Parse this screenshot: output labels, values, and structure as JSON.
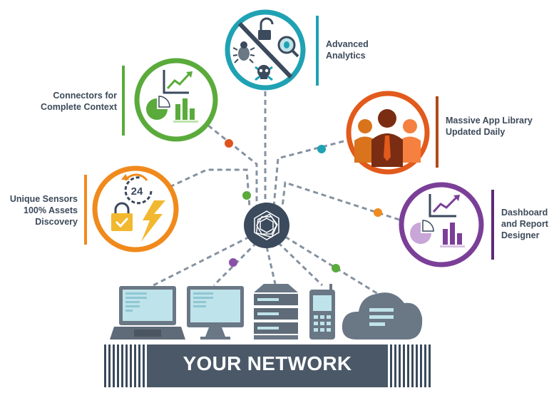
{
  "features": {
    "advanced_analytics": {
      "line1": "Advanced",
      "line2": "Analytics",
      "color": "#1fa2b3"
    },
    "connectors": {
      "line1": "Connectors for",
      "line2": "Complete Context",
      "color": "#5aab3b"
    },
    "app_library": {
      "line1": "Massive App Library",
      "line2": "Updated Daily",
      "color": "#e25a1c"
    },
    "sensors": {
      "line1": "Unique Sensors",
      "line2": "100% Assets",
      "line3": "Discovery",
      "color": "#f08a1c"
    },
    "dashboard": {
      "line1": "Dashboard",
      "line2": "and Report",
      "line3": "Designer",
      "color": "#7b3f98"
    }
  },
  "sensors_clock_number": "24",
  "network": {
    "label": "YOUR NETWORK"
  },
  "colors": {
    "hub": "#3b4a5c",
    "device": "#6a7785",
    "screen": "#bfe3ea",
    "dash": "#8592a0"
  }
}
